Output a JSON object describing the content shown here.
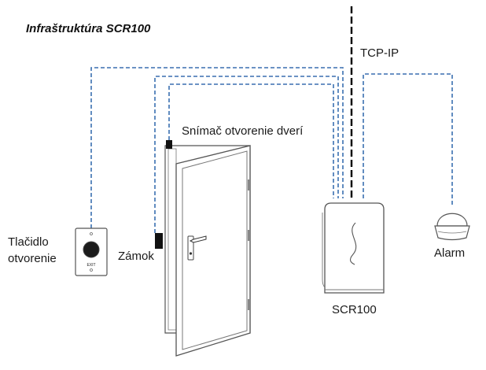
{
  "title": "Infraštruktúra SCR100",
  "labels": {
    "tcp_ip": "TCP-IP",
    "door_sensor": "Snímač otvorenie dverí",
    "exit_button_line1": "Tlačidlo",
    "exit_button_line2": "otvorenie",
    "lock": "Zámok",
    "alarm": "Alarm",
    "device": "SCR100"
  },
  "exit_button_text": "EXIT",
  "colors": {
    "wire_dashed": "#3a6fb0",
    "network_line": "#000000",
    "outline": "#555555"
  }
}
